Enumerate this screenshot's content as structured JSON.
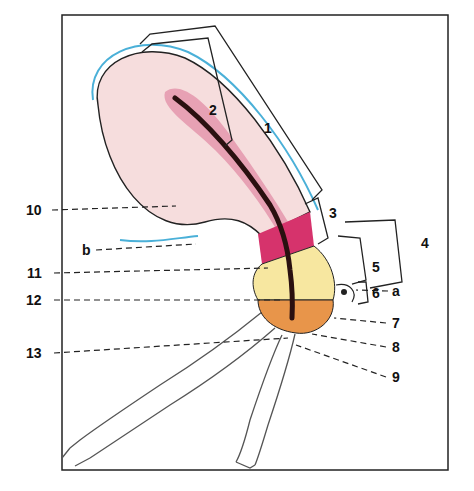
{
  "diagram": {
    "labels": [
      "1",
      "2",
      "10",
      "3",
      "b",
      "4",
      "5",
      "11",
      "6",
      "a",
      "12",
      "7",
      "8",
      "13",
      "9"
    ]
  }
}
